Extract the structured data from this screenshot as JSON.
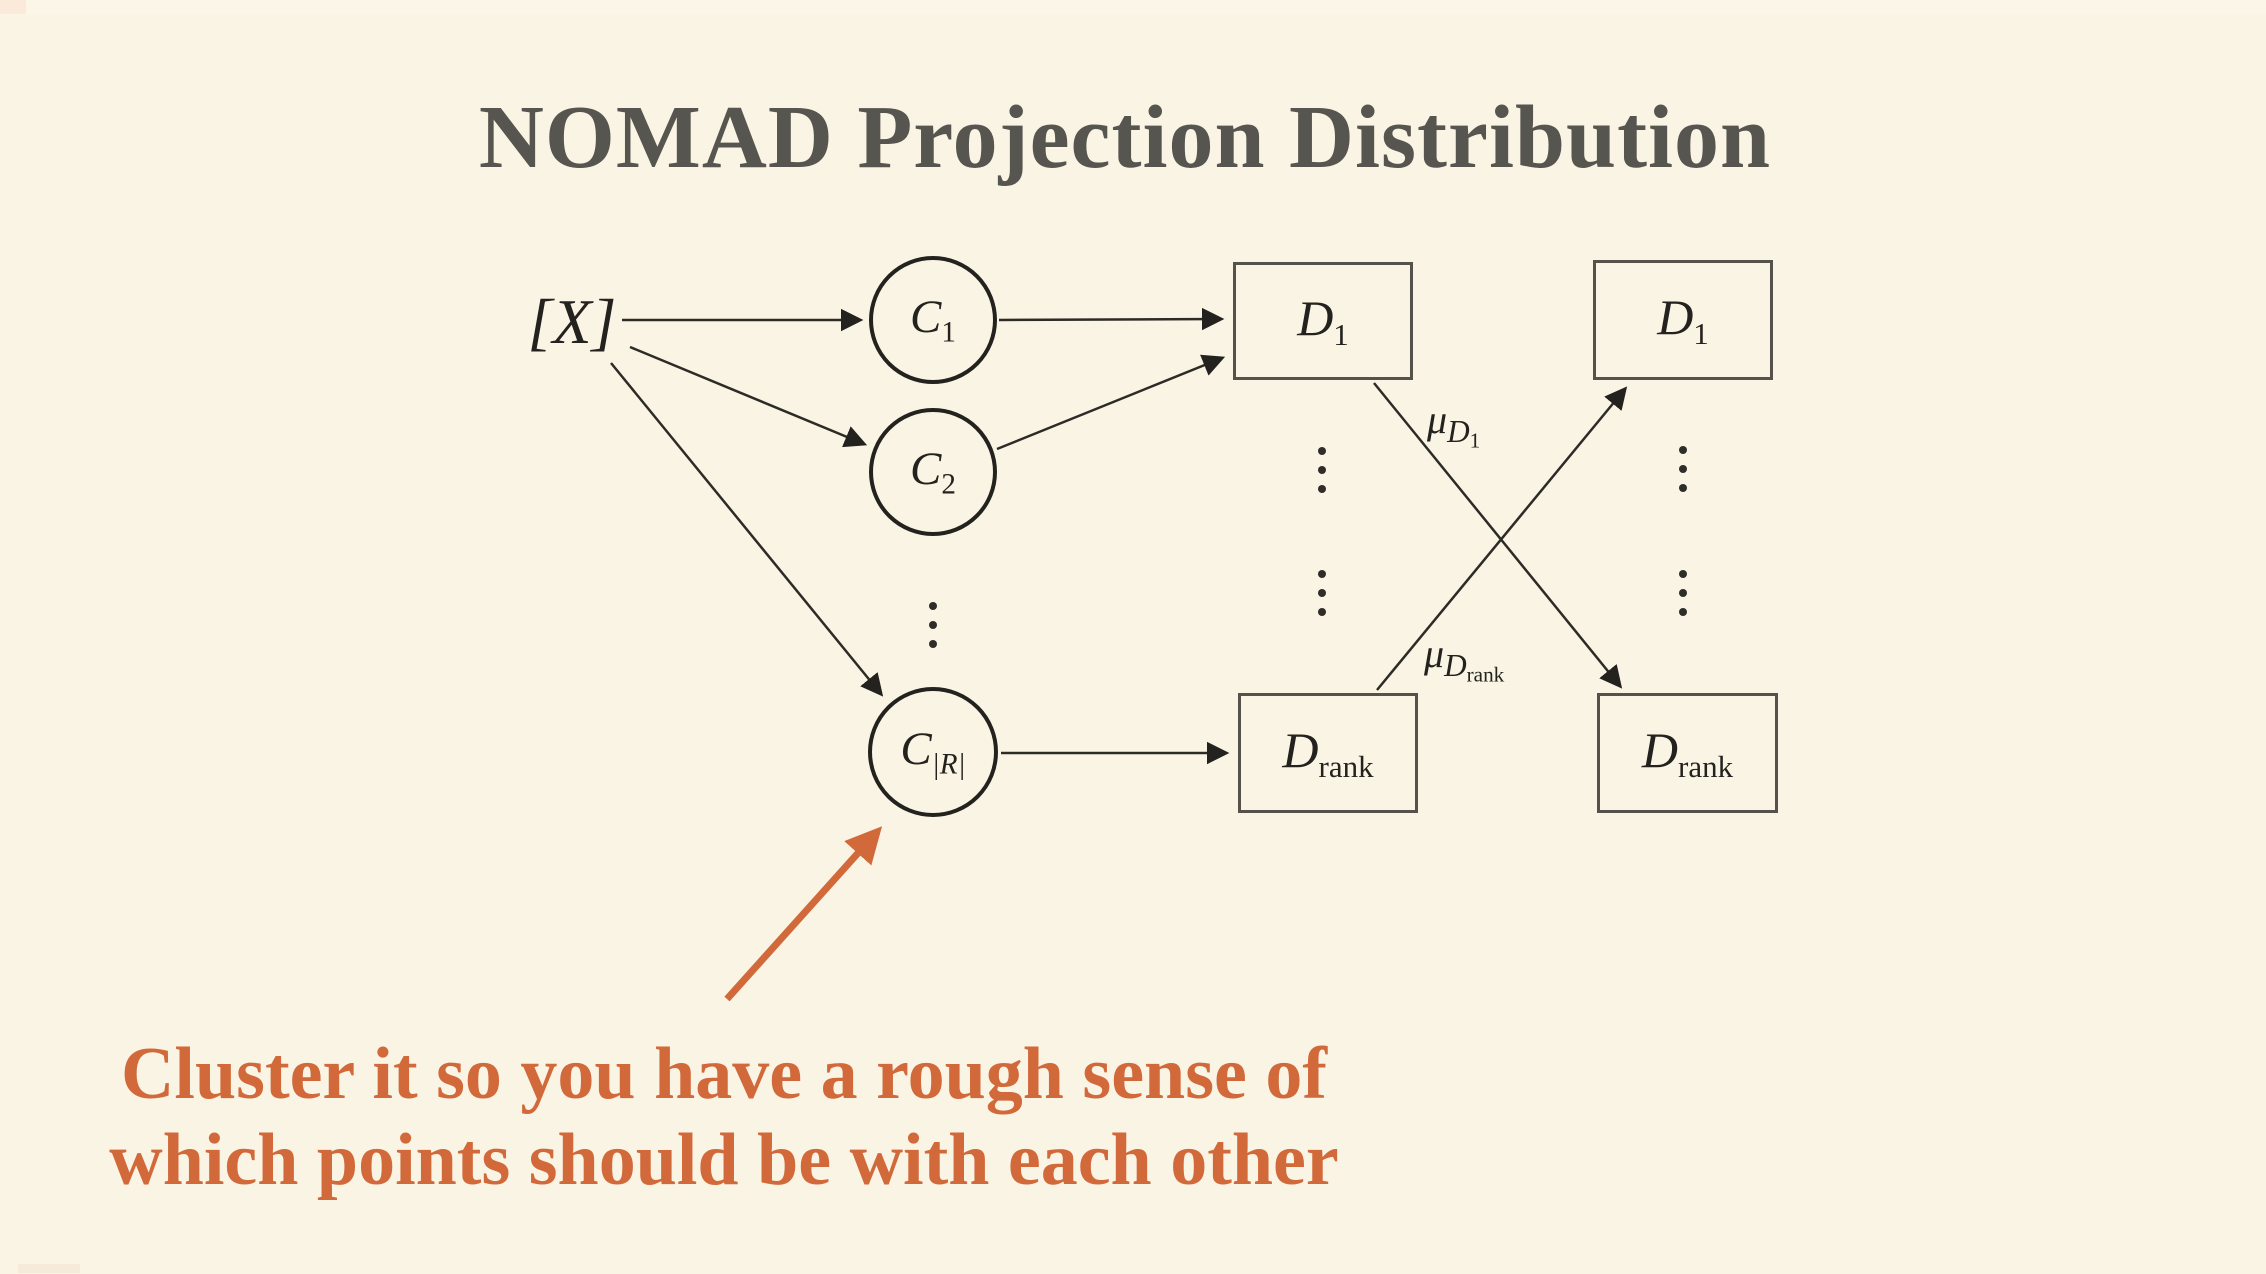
{
  "slide": {
    "title": "NOMAD Projection Distribution",
    "background_color": "#FAF4E4",
    "title_color": "#57554F",
    "ink_color": "#23221E",
    "box_border_color": "#54524A",
    "accent_color": "#D2693A",
    "ellipsis_glyph": "⋮"
  },
  "diagram": {
    "input_label": "[X]",
    "clusters": [
      {
        "base": "C",
        "sub": "1"
      },
      {
        "base": "C",
        "sub": "2"
      },
      {
        "base": "C",
        "sub": "|R|"
      }
    ],
    "dist_col1": [
      {
        "base": "D",
        "sub": "1"
      },
      {
        "base": "D",
        "sub": "rank"
      }
    ],
    "dist_col2": [
      {
        "base": "D",
        "sub": "1"
      },
      {
        "base": "D",
        "sub": "rank"
      }
    ],
    "edge_labels": [
      {
        "mu": "μ",
        "dist_base": "D",
        "dist_sub": "1"
      },
      {
        "mu": "μ",
        "dist_base": "D",
        "dist_sub": "rank"
      }
    ]
  },
  "annotation": {
    "line1": "Cluster it so you have a rough sense of",
    "line2": "which points should be with each other"
  }
}
